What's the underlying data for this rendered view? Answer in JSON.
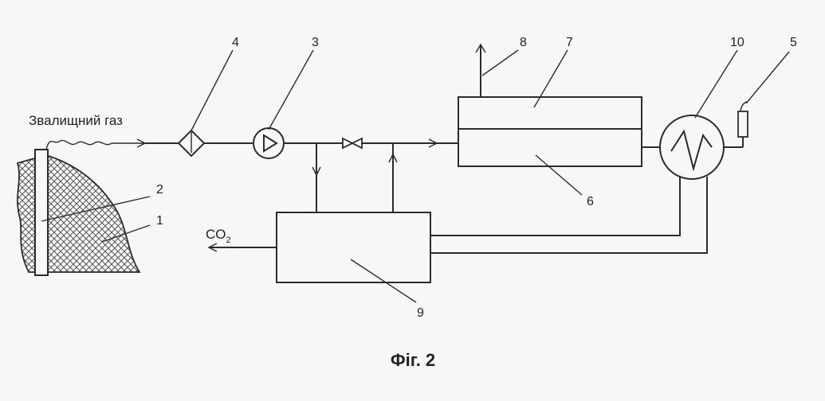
{
  "diagram": {
    "gas_label": "Звалищний газ",
    "co2_label": "CO",
    "co2_subscript": "2",
    "caption": "Фіг. 2",
    "callouts": [
      "1",
      "2",
      "3",
      "4",
      "5",
      "6",
      "7",
      "8",
      "9",
      "10"
    ],
    "colors": {
      "ink": "#2b2b2b",
      "background": "#f7f7f5",
      "hatch": "#555555"
    }
  }
}
